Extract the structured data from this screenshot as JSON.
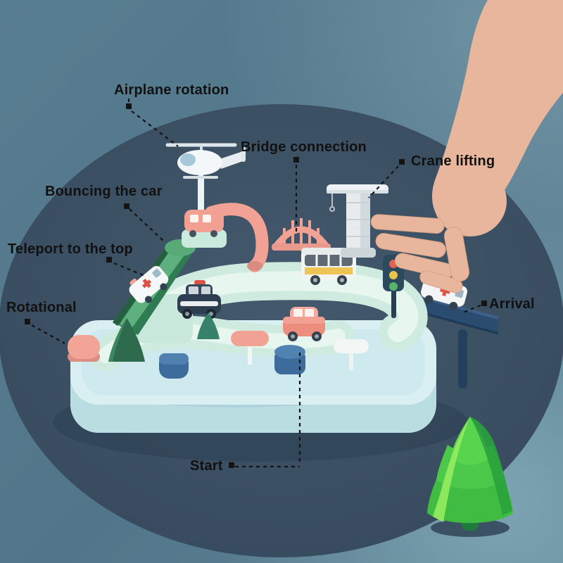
{
  "callouts": {
    "airplane_rotation": "Airplane rotation",
    "bridge_connection": "Bridge connection",
    "crane_lifting": "Crane lifting",
    "bouncing_the_car": "Bouncing the car",
    "teleport_to_the_top": "Teleport to the top",
    "rotational": "Rotational",
    "arrival": "Arrival",
    "start": "Start"
  },
  "palette": {
    "background_teal": "#54798c",
    "platform_circle": "#3b5064",
    "toy_base_light_blue": "#d9eff1",
    "track_mint": "#cfeadf",
    "accent_salmon": "#f1a294",
    "slide_green": "#2f7c53",
    "navy_ramp": "#2a4c6f",
    "tree_green": "#4cc84a",
    "hand_skin": "#e8b69d",
    "label_text": "#111111"
  },
  "objects": [
    "round-platform",
    "toy-playset",
    "helicopter",
    "green-slide",
    "ambulance-on-slide",
    "salmon-mini-bus",
    "salmon-tube",
    "arch-bridge",
    "school-bus",
    "crane-tower",
    "traffic-light",
    "police-car",
    "red-car",
    "arrival-ramp",
    "arrival-ambulance",
    "salmon-button",
    "blue-buttons",
    "pine-trees",
    "signposts",
    "cartoon-tree",
    "reaching-hand"
  ]
}
